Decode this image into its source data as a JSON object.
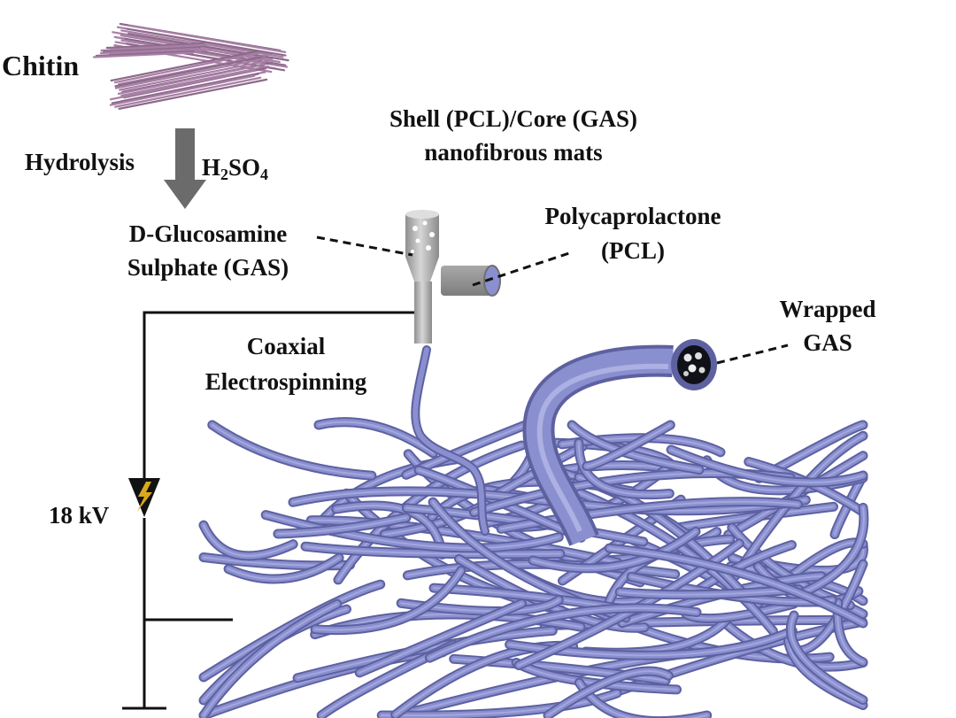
{
  "labels": {
    "chitin": "Chitin",
    "hydrolysis": "Hydrolysis",
    "acid": {
      "main": "H",
      "sub1": "2",
      "mid": "SO",
      "sub2": "4"
    },
    "gas_line1": "D-Glucosamine",
    "gas_line2": "Sulphate (GAS)",
    "shell_core_line1": "Shell (PCL)/Core (GAS)",
    "shell_core_line2": "nanofibrous mats",
    "pcl_line1": "Polycaprolactone",
    "pcl_line2": "(PCL)",
    "coaxial_line1": "Coaxial",
    "coaxial_line2": "Electrospinning",
    "voltage": "18 kV",
    "wrapped_line1": "Wrapped",
    "wrapped_line2": "GAS"
  },
  "colors": {
    "chitin": "#a77fa5",
    "fiber": "#8a8fcf",
    "fiber_dark": "#5d61a0",
    "nozzle": "#bdbdbd",
    "arrow": "#6b6b6b",
    "line": "#111111",
    "bolt": "#d9a81c"
  },
  "icons": {
    "process_arrow": "down-arrow-icon",
    "power_supply": "lightning-bolt-icon"
  }
}
